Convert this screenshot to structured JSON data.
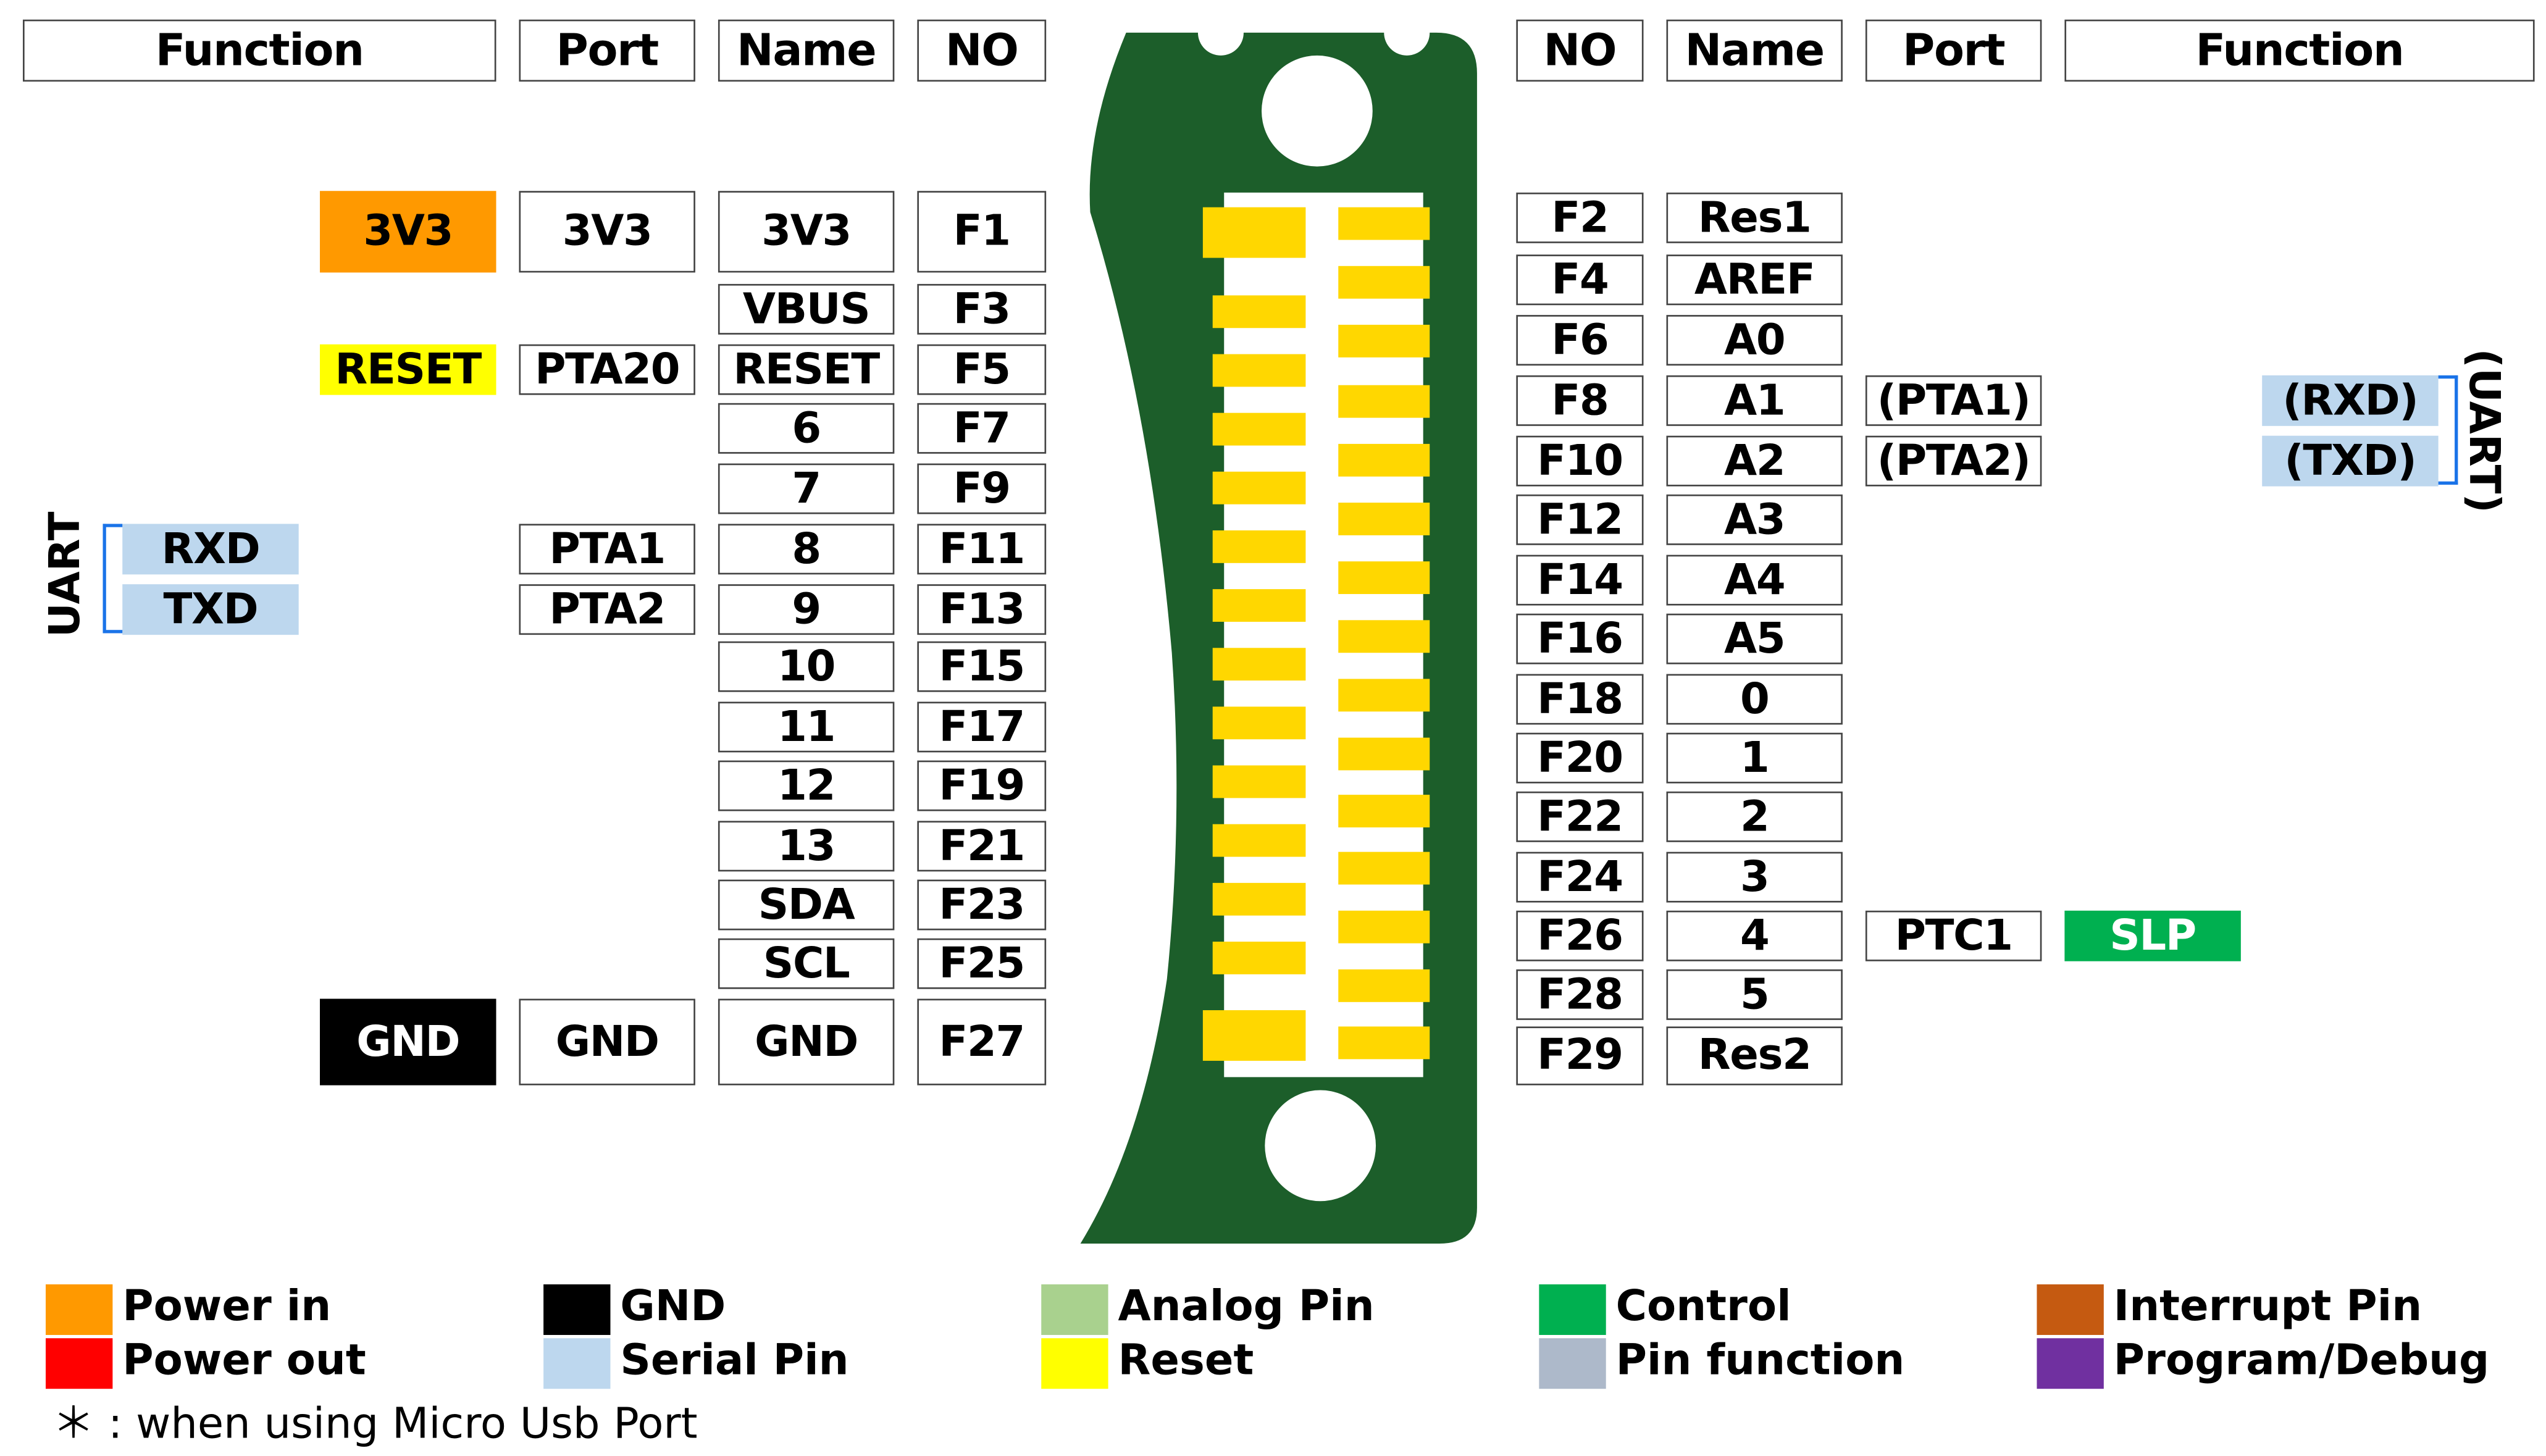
{
  "headers_left": {
    "function": "Function",
    "port": "Port",
    "name": "Name",
    "no": "NO"
  },
  "headers_right": {
    "no": "NO",
    "name": "Name",
    "port": "Port",
    "function": "Function"
  },
  "left_rows": [
    {
      "no": "F1",
      "name": "3V3",
      "port": "3V3",
      "function": "3V3",
      "type": "power_in"
    },
    {
      "no": "F3",
      "name": "VBUS",
      "port": "",
      "function": "",
      "type": ""
    },
    {
      "no": "F5",
      "name": "RESET",
      "port": "PTA20",
      "function": "RESET",
      "type": "reset"
    },
    {
      "no": "F7",
      "name": "6",
      "port": "",
      "function": "",
      "type": ""
    },
    {
      "no": "F9",
      "name": "7",
      "port": "",
      "function": "",
      "type": ""
    },
    {
      "no": "F11",
      "name": "8",
      "port": "PTA1",
      "function": "RXD",
      "type": "serial"
    },
    {
      "no": "F13",
      "name": "9",
      "port": "PTA2",
      "function": "TXD",
      "type": "serial"
    },
    {
      "no": "F15",
      "name": "10",
      "port": "",
      "function": "",
      "type": ""
    },
    {
      "no": "F17",
      "name": "11",
      "port": "",
      "function": "",
      "type": ""
    },
    {
      "no": "F19",
      "name": "12",
      "port": "",
      "function": "",
      "type": ""
    },
    {
      "no": "F21",
      "name": "13",
      "port": "",
      "function": "",
      "type": ""
    },
    {
      "no": "F23",
      "name": "SDA",
      "port": "",
      "function": "",
      "type": ""
    },
    {
      "no": "F25",
      "name": "SCL",
      "port": "",
      "function": "",
      "type": ""
    },
    {
      "no": "F27",
      "name": "GND",
      "port": "GND",
      "function": "GND",
      "type": "gnd"
    }
  ],
  "right_rows": [
    {
      "no": "F2",
      "name": "Res1",
      "port": "",
      "function": "",
      "type": ""
    },
    {
      "no": "F4",
      "name": "AREF",
      "port": "",
      "function": "",
      "type": ""
    },
    {
      "no": "F6",
      "name": "A0",
      "port": "",
      "function": "",
      "type": ""
    },
    {
      "no": "F8",
      "name": "A1",
      "port": "(PTA1)",
      "function": "(RXD)",
      "type": "serial"
    },
    {
      "no": "F10",
      "name": "A2",
      "port": "(PTA2)",
      "function": "(TXD)",
      "type": "serial"
    },
    {
      "no": "F12",
      "name": "A3",
      "port": "",
      "function": "",
      "type": ""
    },
    {
      "no": "F14",
      "name": "A4",
      "port": "",
      "function": "",
      "type": ""
    },
    {
      "no": "F16",
      "name": "A5",
      "port": "",
      "function": "",
      "type": ""
    },
    {
      "no": "F18",
      "name": "0",
      "port": "",
      "function": "",
      "type": ""
    },
    {
      "no": "F20",
      "name": "1",
      "port": "",
      "function": "",
      "type": ""
    },
    {
      "no": "F22",
      "name": "2",
      "port": "",
      "function": "",
      "type": ""
    },
    {
      "no": "F24",
      "name": "3",
      "port": "",
      "function": "",
      "type": ""
    },
    {
      "no": "F26",
      "name": "4",
      "port": "PTC1",
      "function": "SLP",
      "type": "control"
    },
    {
      "no": "F28",
      "name": "5",
      "port": "",
      "function": "",
      "type": ""
    },
    {
      "no": "F29",
      "name": "Res2",
      "port": "",
      "function": "",
      "type": ""
    }
  ],
  "group_labels": {
    "left_uart": "UART",
    "right_uart": "(UART)"
  },
  "colors": {
    "power_in": "#ff9900",
    "power_out": "#ff0000",
    "gnd": "#000000",
    "serial": "#bdd7ee",
    "analog": "#a9d18e",
    "reset": "#ffff00",
    "control": "#00b050",
    "pin_function": "#adb9ca",
    "interrupt": "#c55a11",
    "program": "#7030a0",
    "board": "#1c5e2a",
    "pad": "#ffd700"
  },
  "legend": [
    {
      "label": "Power in",
      "color": "#ff9900"
    },
    {
      "label": "Power out",
      "color": "#ff0000"
    },
    {
      "label": "GND",
      "color": "#000000"
    },
    {
      "label": "Serial Pin",
      "color": "#bdd7ee"
    },
    {
      "label": "Analog Pin",
      "color": "#a9d18e"
    },
    {
      "label": "Reset",
      "color": "#ffff00"
    },
    {
      "label": "Control",
      "color": "#00b050"
    },
    {
      "label": "Pin function",
      "color": "#adb9ca"
    },
    {
      "label": "Interrupt Pin",
      "color": "#c55a11"
    },
    {
      "label": "Program/Debug",
      "color": "#7030a0"
    }
  ],
  "footnote": "＊ : when using Micro Usb Port"
}
